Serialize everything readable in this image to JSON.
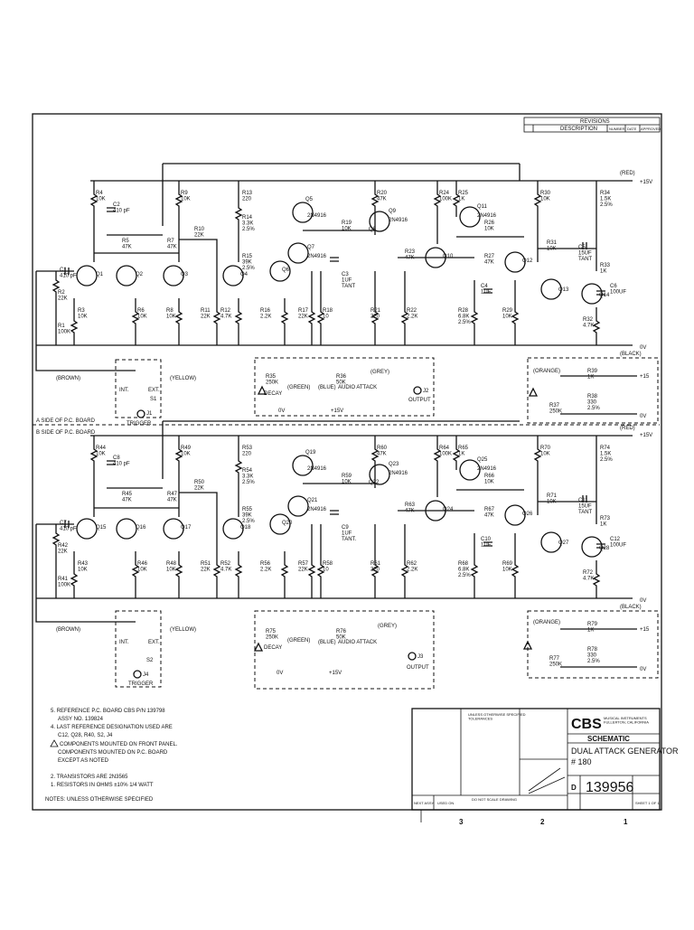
{
  "revisions": {
    "header": "REVISIONS",
    "col_description": "DESCRIPTION",
    "col_number": "NUMBER",
    "col_date": "DATE",
    "col_approved": "APPROVED"
  },
  "rails": {
    "top_pos": "+15V",
    "top_pos_color": "(RED)",
    "top_gnd": "0V",
    "top_gnd_color": "(BLACK)",
    "bot_pos": "+15V",
    "bot_pos_color": "(RED)",
    "bot_gnd": "0V",
    "bot_gnd_color": "(BLACK)"
  },
  "board_sides": {
    "side_a": "A SIDE OF P.C. BOARD",
    "side_b": "B SIDE OF P.C. BOARD"
  },
  "top": {
    "components": {
      "r4": "R4\n10K",
      "c2": "C2\n410 pF",
      "r9": "R9\n10K",
      "r5": "R5\n47K",
      "r7": "R7\n47K",
      "r10": "R10\n22K",
      "r12": "R12\n4.7K",
      "r11": "R11\n22K",
      "r13": "R13\n220",
      "r14": "R14\n3.3K\n2.5%",
      "r15": "R15\n39K\n2.5%",
      "r16": "R16\n2.2K",
      "r17": "R17\n22K",
      "r18": "R18\n10",
      "c3": "C3\n1UF\nTANT",
      "r19": "R19\n10K",
      "r20": "R20\n47K",
      "r21": "R21\n220",
      "r22": "R22\n2.2K",
      "r23": "R23\n47K",
      "r24": "R24\n100K",
      "r25": "R25\n1K",
      "r26": "R26\n10K",
      "r27": "R27\n47K",
      "r28": "R28\n6.8K\n2.5%",
      "c4": "C4\n1UF",
      "r29": "R29\n10K",
      "r30": "R30\n10K",
      "r31": "R31\n10K",
      "c5": "C5\n15UF\nTANT",
      "r34": "R34\n1.5K\n2.5%",
      "r33": "R33\n1K",
      "c6": "C6\n100UF",
      "r32": "R32\n4.7K",
      "c1": "C1\n410 pF",
      "r2": "R2\n22K",
      "r1": "R1\n100K",
      "r3": "R3\n10K",
      "r6": "R6\n10K",
      "r8": "R8\n10K",
      "q1": "Q1",
      "q2": "Q2",
      "q3": "Q3",
      "q4": "Q4",
      "q5": "Q5",
      "q6": "Q6",
      "q7": "Q7",
      "q8": "Q8",
      "q9": "Q9",
      "q10": "Q10",
      "q11": "Q11",
      "q12": "Q12",
      "q13": "Q13",
      "q14": "Q14",
      "q5_type": "2N4916",
      "q7_type": "2N4916",
      "q9_type": "2N4916",
      "q11_type": "2N4916"
    },
    "brown": "(BROWN)",
    "yellow": "(YELLOW)",
    "int": "INT.",
    "ext": "EXT.",
    "switch": "S1",
    "trigger_jack": "J1",
    "trigger": "TRIGGER",
    "decay_pot": "R35\n250K",
    "decay": "DECAY",
    "green": "(GREEN)",
    "attack_pot": "R36\n50K",
    "blue": "(BLUE)",
    "audio_attack": "AUDIO ATTACK",
    "grey": "(GREY)",
    "output_jack": "J2",
    "output": "OUTPUT",
    "zero_v": "0V",
    "plus15": "+15V",
    "orange": "(ORANGE)",
    "r37": "R37\n250K",
    "r38": "R38\n330\n2.5%",
    "r39": "R39\n1K",
    "out_pos": "+15",
    "out_gnd": "0V"
  },
  "bottom": {
    "components": {
      "r44": "R44\n10K",
      "c8": "C8\n410 pF",
      "r49": "R49\n10K",
      "r45": "R45\n47K",
      "r47": "R47\n47K",
      "r50": "R50\n22K",
      "r52": "R52\n4.7K",
      "r51": "R51\n22K",
      "r53": "R53\n220",
      "r54": "R54\n3.3K\n2.5%",
      "r55": "R55\n39K\n2.5%",
      "r56": "R56\n2.2K",
      "r57": "R57\n22K",
      "r58": "R58\n10",
      "c9": "C9\n1UF\nTANT.",
      "r59": "R59\n10K",
      "r60": "R60\n47K",
      "r61": "R61\n220",
      "r62": "R62\n2.2K",
      "r63": "R63\n47K",
      "r64": "R64\n100K",
      "r65": "R65\n1K",
      "r66": "R66\n10K",
      "r67": "R67\n47K",
      "r68": "R68\n6.8K\n2.5%",
      "c10": "C10\n1UF",
      "r69": "R69\n10K",
      "r70": "R70\n10K",
      "r71": "R71\n10K",
      "c11": "C11\n15UF\nTANT",
      "r74": "R74\n1.5K\n2.5%",
      "r73": "R73\n1K",
      "c12": "C12\n100UF",
      "r72": "R72\n4.7K",
      "c7": "C7\n410 pF",
      "r42": "R42\n22K",
      "r41": "R41\n100K",
      "r43": "R43\n10K",
      "r46": "R46\n10K",
      "r48": "R48\n10K",
      "q15": "Q15",
      "q16": "Q16",
      "q17": "Q17",
      "q18": "Q18",
      "q19": "Q19",
      "q20": "Q20",
      "q21": "Q21",
      "q22": "Q22",
      "q23": "Q23",
      "q24": "Q24",
      "q25": "Q25",
      "q26": "Q26",
      "q27": "Q27",
      "q28": "Q28",
      "q19_type": "2N4916",
      "q21_type": "2N4916",
      "q23_type": "2N4916",
      "q25_type": "2N4916"
    },
    "brown": "(BROWN)",
    "yellow": "(YELLOW)",
    "int": "INT.",
    "ext": "EXT.",
    "switch": "S2",
    "trigger_jack": "J4",
    "trigger": "TRIGGER",
    "decay_pot": "R75\n250K",
    "decay": "DECAY",
    "green": "(GREEN)",
    "attack_pot": "R76\n50K",
    "blue": "(BLUE)",
    "audio_attack": "AUDIO ATTACK",
    "grey": "(GREY)",
    "output_jack": "J3",
    "output": "OUTPUT",
    "zero_v": "0V",
    "plus15": "+15V",
    "orange": "(ORANGE)",
    "r77": "R77\n250K",
    "r78": "R78\n330\n2.5%",
    "r79": "R79\n1K",
    "out_pos": "+15",
    "out_gnd": "0V"
  },
  "notes": [
    "5. REFERENCE P.C. BOARD CBS P/N 139798",
    "ASSY NO. 139824",
    "4. LAST REFERENCE DESIGNATION USED ARE",
    "C12, Q28, R40, S2, J4",
    "COMPONENTS MOUNTED ON FRONT PANEL.",
    "COMPONENTS MOUNTED ON P.C. BOARD",
    "EXCEPT AS NOTED",
    "2. TRANSISTORS ARE 2N3565",
    "1. RESISTORS IN OHMS ±10% 1/4 WATT",
    "NOTES: UNLESS OTHERWISE SPECIFIED"
  ],
  "title_block": {
    "tolerances": "UNLESS OTHERWISE SPECIFIED\nTOLERANCES",
    "company": "CBS",
    "company_sub": "MUSICAL INSTRUMENTS\nFULLERTON, CALIFORNIA",
    "dwg_type": "SCHEMATIC",
    "title": "DUAL ATTACK GENERATOR",
    "title2": "# 180",
    "size": "D",
    "dwg_no": "139956",
    "sheet": "SHEET 1 OF 1",
    "next_assy": "NEXT ASSY",
    "used_on": "USED ON",
    "do_not_scale": "DO NOT SCALE DRAWING",
    "zone_3": "3",
    "zone_2": "2",
    "zone_1": "1"
  }
}
